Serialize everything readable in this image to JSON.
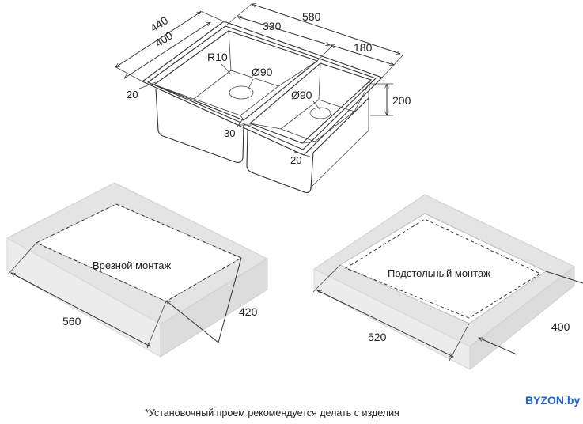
{
  "sink_dimensions": {
    "depth_outer": "440",
    "depth_inner": "400",
    "width_total": "580",
    "width_large_bowl": "330",
    "width_small_bowl": "180",
    "corner_radius": "R10",
    "drain_large": "Ø90",
    "drain_small": "Ø90",
    "bowl_depth": "200",
    "rim_left": "20",
    "rim_right": "20",
    "divider": "30"
  },
  "inset_mount": {
    "label": "Врезной монтаж",
    "length": "560",
    "width": "420"
  },
  "undermount": {
    "label": "Подстольный монтаж",
    "length": "520",
    "width": "400"
  },
  "footnote": "*Установочный проем рекомендуется делать с изделия",
  "brand": "BYZON.by",
  "colors": {
    "brand": "#1e5fd6",
    "slab_top": "#e4e4e4",
    "slab_side": "#ebebeb"
  }
}
